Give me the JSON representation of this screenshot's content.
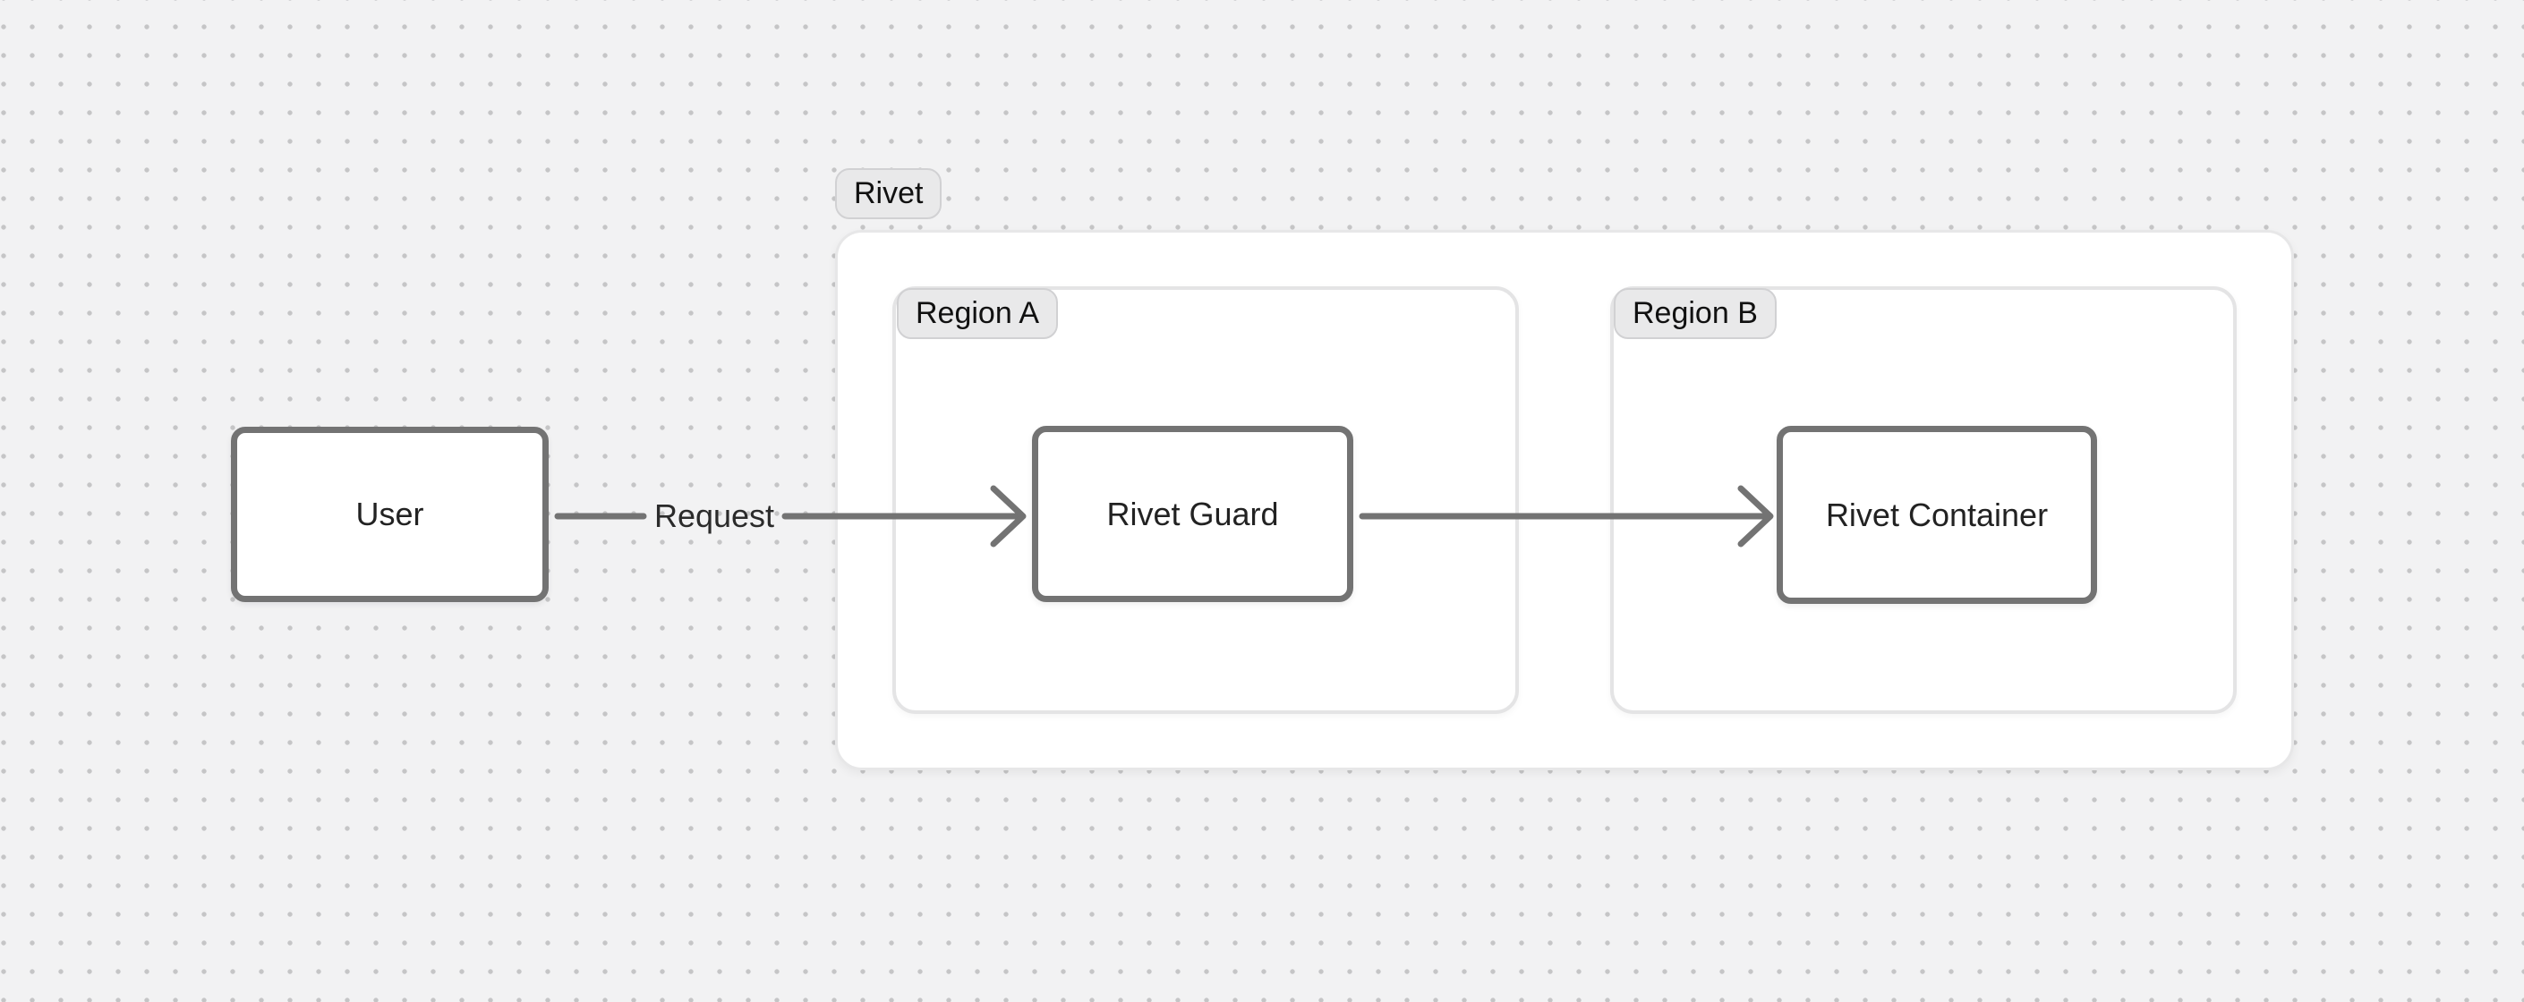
{
  "canvas": {
    "background_color": "#f2f2f3",
    "dot_color": "#c5c5c6"
  },
  "diagram": {
    "groups": {
      "rivet": {
        "label": "Rivet"
      },
      "region_a": {
        "label": "Region A"
      },
      "region_b": {
        "label": "Region B"
      }
    },
    "nodes": {
      "user": {
        "label": "User"
      },
      "rivet_guard": {
        "label": "Rivet Guard"
      },
      "rivet_container": {
        "label": "Rivet Container"
      }
    },
    "edges": [
      {
        "from": "user",
        "to": "rivet_guard",
        "label": "Request"
      },
      {
        "from": "rivet_guard",
        "to": "rivet_container",
        "label": ""
      }
    ],
    "colors": {
      "node_border": "#737373",
      "node_fill": "#ffffff",
      "arrow": "#737373",
      "group_border": "#e7e7e8",
      "region_border": "#e4e4e5",
      "badge_fill": "#e9e9ea",
      "badge_border": "#d1d1d3",
      "text": "#222222"
    }
  }
}
